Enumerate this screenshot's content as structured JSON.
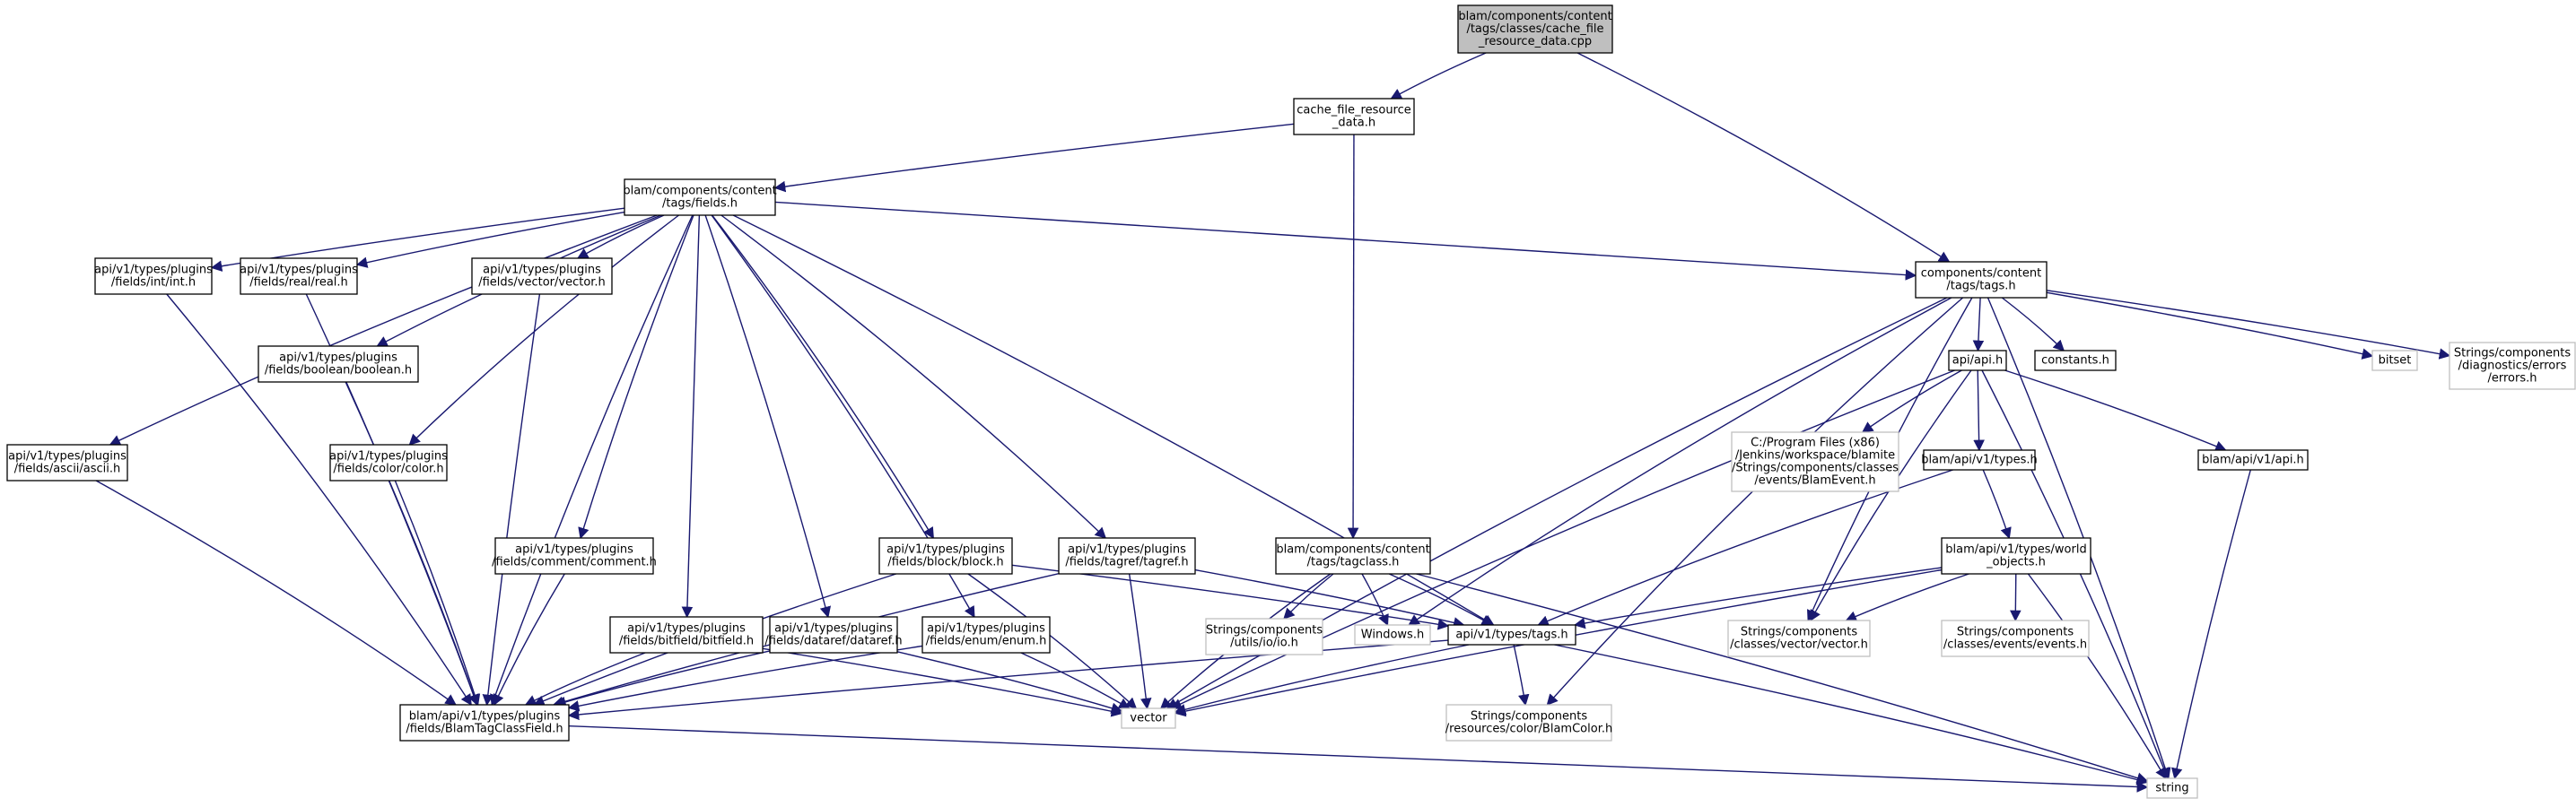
{
  "colors": {
    "edge": "#191970",
    "root_fill": "#bfbfbf",
    "node_border": "#000000",
    "external_border": "#bfbfbf",
    "background": "#ffffff"
  },
  "nodes": {
    "root": {
      "lines": [
        "blam/components/content",
        "/tags/classes/cache_file",
        "_resource_data.cpp"
      ],
      "kind": "root"
    },
    "cfr": {
      "lines": [
        "cache_file_resource",
        "_data.h"
      ],
      "kind": "header"
    },
    "fields": {
      "lines": [
        "blam/components/content",
        "/tags/fields.h"
      ],
      "kind": "header"
    },
    "tags": {
      "lines": [
        "components/content",
        "/tags/tags.h"
      ],
      "kind": "header"
    },
    "inth": {
      "lines": [
        "api/v1/types/plugins",
        "/fields/int/int.h"
      ],
      "kind": "header"
    },
    "realh": {
      "lines": [
        "api/v1/types/plugins",
        "/fields/real/real.h"
      ],
      "kind": "header"
    },
    "vectorh": {
      "lines": [
        "api/v1/types/plugins",
        "/fields/vector/vector.h"
      ],
      "kind": "header"
    },
    "boolh": {
      "lines": [
        "api/v1/types/plugins",
        "/fields/boolean/boolean.h"
      ],
      "kind": "header"
    },
    "asciih": {
      "lines": [
        "api/v1/types/plugins",
        "/fields/ascii/ascii.h"
      ],
      "kind": "header"
    },
    "colorh": {
      "lines": [
        "api/v1/types/plugins",
        "/fields/color/color.h"
      ],
      "kind": "header"
    },
    "commenth": {
      "lines": [
        "api/v1/types/plugins",
        "/fields/comment/comment.h"
      ],
      "kind": "header"
    },
    "blockh": {
      "lines": [
        "api/v1/types/plugins",
        "/fields/block/block.h"
      ],
      "kind": "header"
    },
    "tagrefh": {
      "lines": [
        "api/v1/types/plugins",
        "/fields/tagref/tagref.h"
      ],
      "kind": "header"
    },
    "tagclassh": {
      "lines": [
        "blam/components/content",
        "/tags/tagclass.h"
      ],
      "kind": "header"
    },
    "bitfieldh": {
      "lines": [
        "api/v1/types/plugins",
        "/fields/bitfield/bitfield.h"
      ],
      "kind": "header"
    },
    "datarefh": {
      "lines": [
        "api/v1/types/plugins",
        "/fields/dataref/dataref.h"
      ],
      "kind": "header"
    },
    "enumh": {
      "lines": [
        "api/v1/types/plugins",
        "/fields/enum/enum.h"
      ],
      "kind": "header"
    },
    "btcf": {
      "lines": [
        "blam/api/v1/types/plugins",
        "/fields/BlamTagClassField.h"
      ],
      "kind": "header"
    },
    "v1tags": {
      "lines": [
        "api/v1/types/tags.h"
      ],
      "kind": "header"
    },
    "vector": {
      "lines": [
        "vector"
      ],
      "kind": "external"
    },
    "stringn": {
      "lines": [
        "string"
      ],
      "kind": "external"
    },
    "windows": {
      "lines": [
        "Windows.h"
      ],
      "kind": "external"
    },
    "ioh": {
      "lines": [
        "Strings/components",
        "/utils/io/io.h"
      ],
      "kind": "external"
    },
    "blamcolor": {
      "lines": [
        "Strings/components",
        "/resources/color/BlamColor.h"
      ],
      "kind": "external"
    },
    "apih": {
      "lines": [
        "api/api.h"
      ],
      "kind": "header"
    },
    "constants": {
      "lines": [
        "constants.h"
      ],
      "kind": "header"
    },
    "bitset": {
      "lines": [
        "bitset"
      ],
      "kind": "external"
    },
    "errors": {
      "lines": [
        "Strings/components",
        "/diagnostics/errors",
        "/errors.h"
      ],
      "kind": "external"
    },
    "blamevent": {
      "lines": [
        "C:/Program Files (x86)",
        "/Jenkins/workspace/blamite",
        "/Strings/components/classes",
        "/events/BlamEvent.h"
      ],
      "kind": "external"
    },
    "typesh": {
      "lines": [
        "blam/api/v1/types.h"
      ],
      "kind": "header"
    },
    "apiv1h": {
      "lines": [
        "blam/api/v1/api.h"
      ],
      "kind": "header"
    },
    "worldobj": {
      "lines": [
        "blam/api/v1/types/world",
        "_objects.h"
      ],
      "kind": "header"
    },
    "vectorvec": {
      "lines": [
        "Strings/components",
        "/classes/vector/vector.h"
      ],
      "kind": "external"
    },
    "eventsh": {
      "lines": [
        "Strings/components",
        "/classes/events/events.h"
      ],
      "kind": "external"
    }
  },
  "edges": [
    [
      "root",
      "cfr"
    ],
    [
      "root",
      "tags"
    ],
    [
      "cfr",
      "fields"
    ],
    [
      "cfr",
      "tagclassh"
    ],
    [
      "fields",
      "inth"
    ],
    [
      "fields",
      "realh"
    ],
    [
      "fields",
      "vectorh"
    ],
    [
      "fields",
      "boolh"
    ],
    [
      "fields",
      "asciih"
    ],
    [
      "fields",
      "colorh"
    ],
    [
      "fields",
      "commenth"
    ],
    [
      "fields",
      "blockh"
    ],
    [
      "fields",
      "tagrefh"
    ],
    [
      "fields",
      "bitfieldh"
    ],
    [
      "fields",
      "datarefh"
    ],
    [
      "fields",
      "enumh"
    ],
    [
      "fields",
      "btcf"
    ],
    [
      "fields",
      "v1tags"
    ],
    [
      "fields",
      "tags"
    ],
    [
      "inth",
      "btcf"
    ],
    [
      "realh",
      "btcf"
    ],
    [
      "vectorh",
      "btcf"
    ],
    [
      "boolh",
      "btcf"
    ],
    [
      "asciih",
      "btcf"
    ],
    [
      "colorh",
      "btcf"
    ],
    [
      "commenth",
      "btcf"
    ],
    [
      "blockh",
      "btcf"
    ],
    [
      "blockh",
      "vector"
    ],
    [
      "blockh",
      "v1tags"
    ],
    [
      "tagrefh",
      "btcf"
    ],
    [
      "tagrefh",
      "vector"
    ],
    [
      "tagrefh",
      "v1tags"
    ],
    [
      "bitfieldh",
      "btcf"
    ],
    [
      "bitfieldh",
      "vector"
    ],
    [
      "datarefh",
      "btcf"
    ],
    [
      "datarefh",
      "vector"
    ],
    [
      "enumh",
      "btcf"
    ],
    [
      "enumh",
      "vector"
    ],
    [
      "btcf",
      "stringn"
    ],
    [
      "tagclassh",
      "vector"
    ],
    [
      "tagclassh",
      "ioh"
    ],
    [
      "tagclassh",
      "windows"
    ],
    [
      "tagclassh",
      "v1tags"
    ],
    [
      "tagclassh",
      "stringn"
    ],
    [
      "v1tags",
      "btcf"
    ],
    [
      "v1tags",
      "vector"
    ],
    [
      "v1tags",
      "blamcolor"
    ],
    [
      "v1tags",
      "stringn"
    ],
    [
      "tags",
      "windows"
    ],
    [
      "tags",
      "vector"
    ],
    [
      "tags",
      "apih"
    ],
    [
      "tags",
      "constants"
    ],
    [
      "tags",
      "bitset"
    ],
    [
      "tags",
      "errors"
    ],
    [
      "tags",
      "vectorvec"
    ],
    [
      "tags",
      "blamcolor"
    ],
    [
      "tags",
      "stringn"
    ],
    [
      "apih",
      "blamevent"
    ],
    [
      "apih",
      "typesh"
    ],
    [
      "apih",
      "apiv1h"
    ],
    [
      "apih",
      "vectorvec"
    ],
    [
      "apih",
      "vector"
    ],
    [
      "apih",
      "stringn"
    ],
    [
      "typesh",
      "v1tags"
    ],
    [
      "typesh",
      "worldobj"
    ],
    [
      "worldobj",
      "v1tags"
    ],
    [
      "worldobj",
      "vectorvec"
    ],
    [
      "worldobj",
      "eventsh"
    ],
    [
      "worldobj",
      "vector"
    ],
    [
      "worldobj",
      "stringn"
    ],
    [
      "apiv1h",
      "stringn"
    ]
  ]
}
